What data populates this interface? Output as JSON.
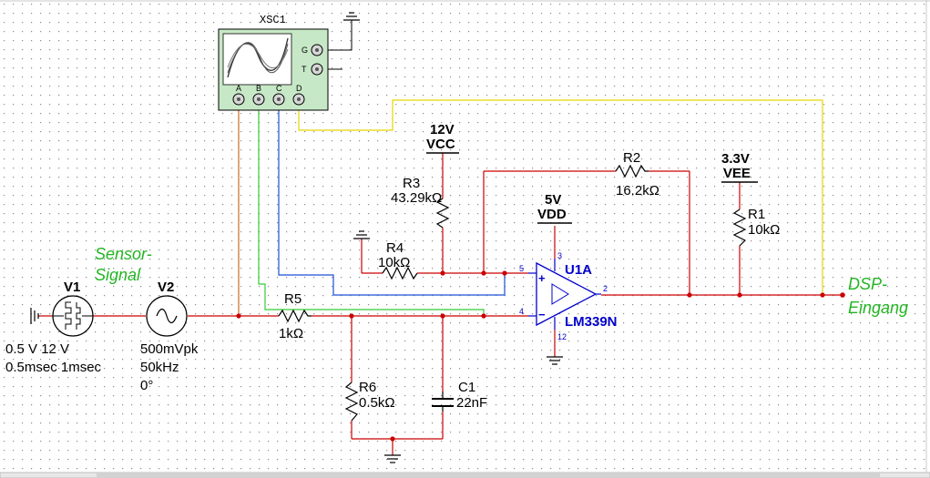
{
  "colors": {
    "background": "#ffffff",
    "grid_dot": "#8a8a8a",
    "wire_red": "#cc0000",
    "wire_orange": "#cc6a1a",
    "wire_green": "#33cc33",
    "wire_blue": "#1a4fd6",
    "wire_yellow": "#e6d400",
    "component": "#000000",
    "opamp": "#0000cc",
    "annotation_green": "#22b522",
    "scope_body": "#c6e8c6"
  },
  "oscilloscope": {
    "name": "XSC1",
    "channels": [
      "A",
      "B",
      "C",
      "D"
    ],
    "terminals": [
      "G",
      "T"
    ]
  },
  "sources": {
    "v1": {
      "name": "V1",
      "line1": "0.5 V 12 V",
      "line2": "0.5msec 1msec"
    },
    "v2": {
      "name": "V2",
      "line1": "500mVpk",
      "line2": "50kHz",
      "line3": "0°"
    }
  },
  "rails": {
    "vcc": {
      "value": "12V",
      "name": "VCC"
    },
    "vdd": {
      "value": "5V",
      "name": "VDD"
    },
    "vee": {
      "value": "3.3V",
      "name": "VEE"
    }
  },
  "resistors": {
    "r1": {
      "name": "R1",
      "value": "10kΩ"
    },
    "r2": {
      "name": "R2",
      "value": "16.2kΩ"
    },
    "r3": {
      "name": "R3",
      "value": "43.29kΩ"
    },
    "r4": {
      "name": "R4",
      "value": "10kΩ"
    },
    "r5": {
      "name": "R5",
      "value": "1kΩ"
    },
    "r6": {
      "name": "R6",
      "value": "0.5kΩ"
    }
  },
  "capacitor": {
    "name": "C1",
    "value": "22nF"
  },
  "opamp": {
    "ref": "U1A",
    "part": "LM339N",
    "pins": {
      "non_inv": "5",
      "inv": "4",
      "out": "2",
      "vplus": "3",
      "vminus": "12"
    },
    "plus_sign": "+",
    "minus_sign": "−"
  },
  "annotations": {
    "sensor_line1": "Sensor-",
    "sensor_line2": "Signal",
    "dsp_line1": "DSP-",
    "dsp_line2": "Eingang"
  }
}
